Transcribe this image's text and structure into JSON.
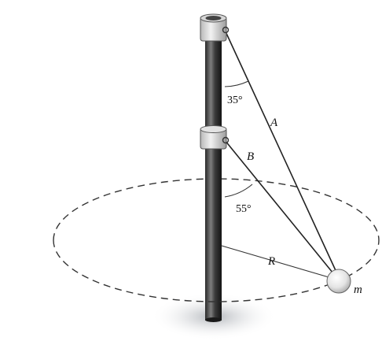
{
  "labels": {
    "angle_a": "35°",
    "angle_b": "55°",
    "rope_a": "A",
    "rope_b": "B",
    "radius": "R",
    "mass": "m"
  },
  "colors": {
    "pole_dark": "#1e1e1e",
    "pole_light": "#8a8a8a",
    "collar": "#d8d8d8",
    "rope": "#222222",
    "dashed_path": "#333333",
    "shadow": "#bfc3c8"
  }
}
